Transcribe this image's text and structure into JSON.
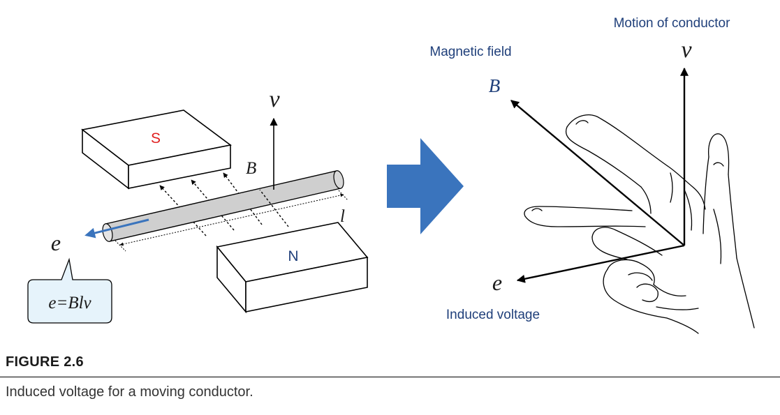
{
  "colors": {
    "accent_arrow": "#3a74bd",
    "label_blue": "#1f3f7a",
    "south_pole": "#e02020",
    "north_pole": "#1f3f7a",
    "conductor_fill": "#cfcfcf",
    "formula_box": "#e6f3fb"
  },
  "left": {
    "pole_s": "S",
    "pole_n": "N",
    "sym_v": "v",
    "sym_b": "B",
    "sym_l": "l",
    "sym_e": "e",
    "formula": "e=Blv"
  },
  "right": {
    "label_motion": "Motion of conductor",
    "label_field": "Magnetic field",
    "label_induced": "Induced voltage",
    "sym_v": "v",
    "sym_b": "B",
    "sym_e": "e"
  },
  "figure": {
    "number": "FIGURE 2.6",
    "caption": "Induced voltage for a moving conductor."
  }
}
